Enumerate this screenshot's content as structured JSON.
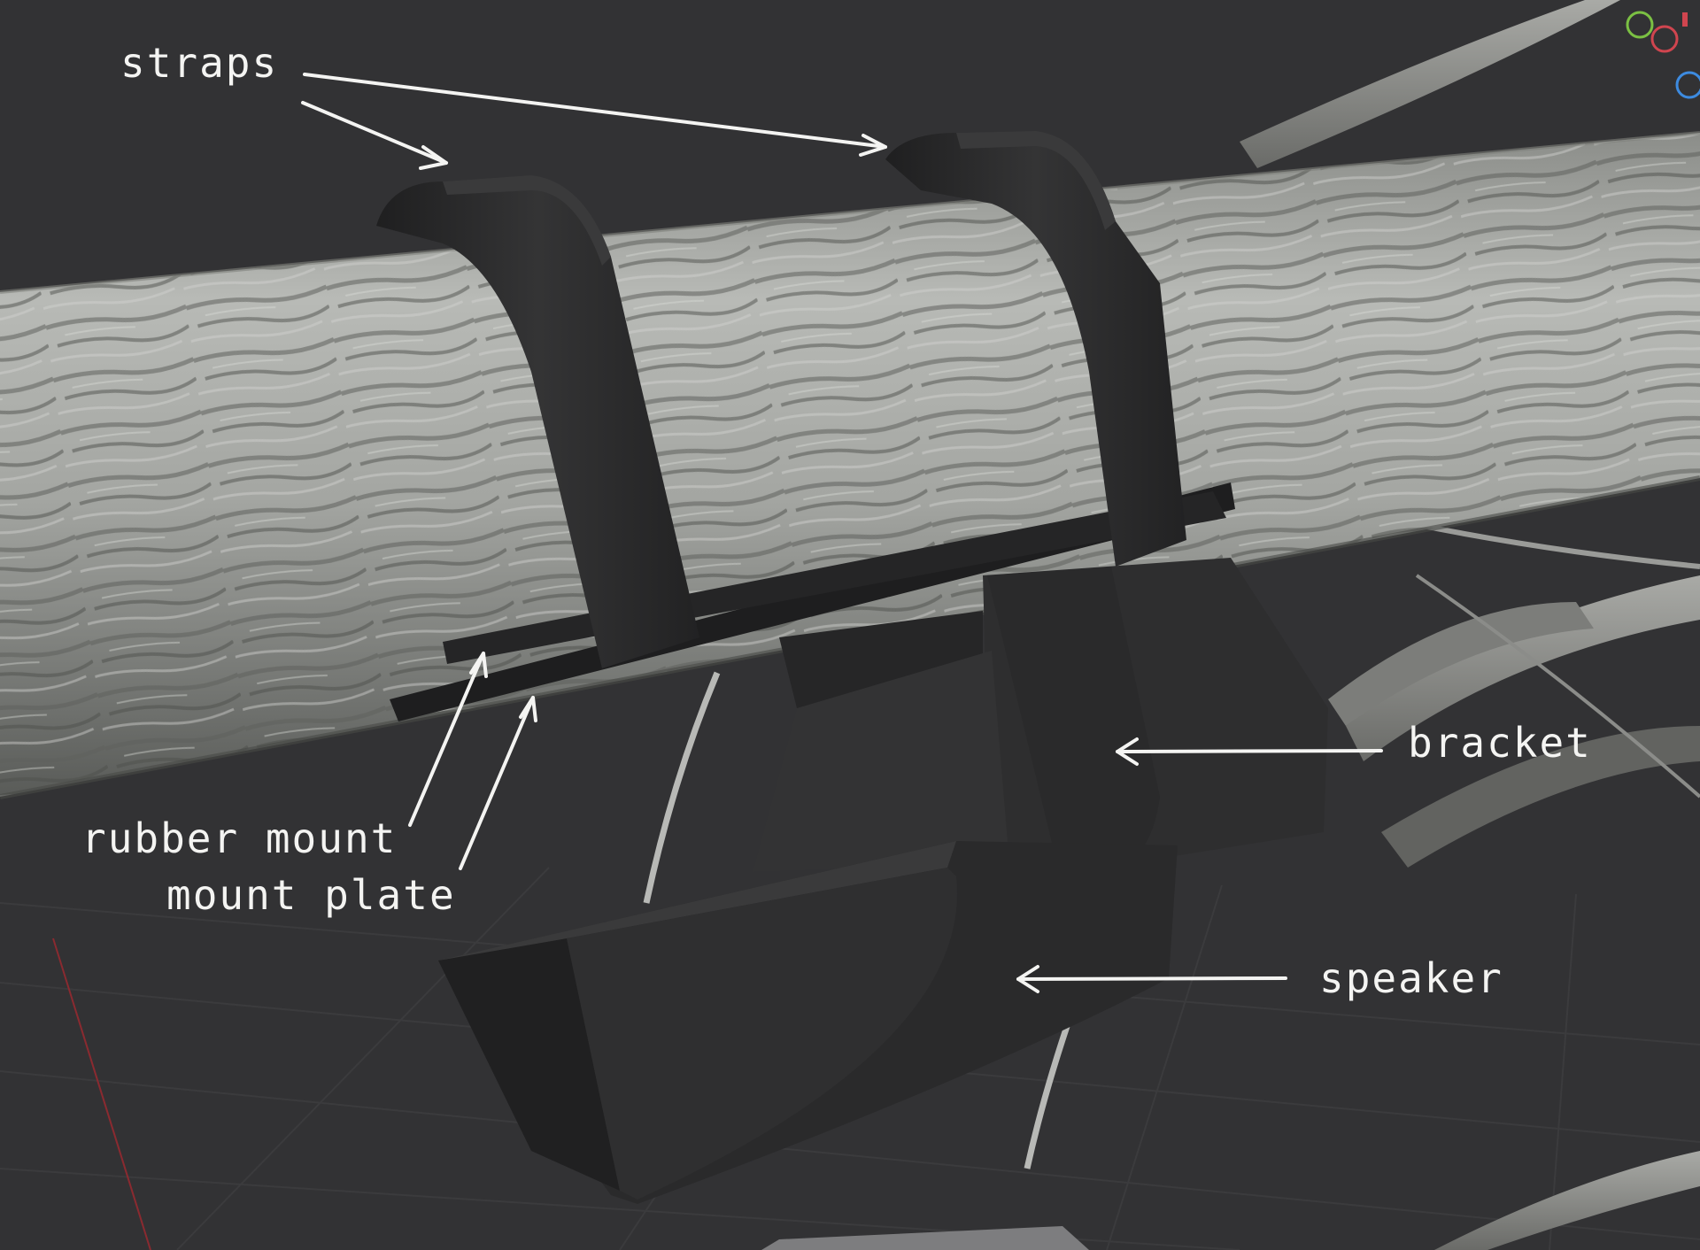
{
  "labels": {
    "straps": "straps",
    "bracket": "bracket",
    "rubber_mount": "rubber mount",
    "mount_plate": "mount plate",
    "speaker": "speaker"
  },
  "colors": {
    "background": "#323234",
    "label_text": "#f4f4f2",
    "arrow": "#f4f4f2",
    "bark_light": "#b9bbb7",
    "bark_dark": "#6d706c",
    "strap": "#2a2a2b",
    "speaker_body": "#2d2c2c",
    "gizmo_green": "#7bc043",
    "gizmo_red": "#d0454f",
    "gizmo_blue": "#3d8be0"
  },
  "icons": {
    "viewport_gizmo": "axis-gizmo-icon"
  }
}
